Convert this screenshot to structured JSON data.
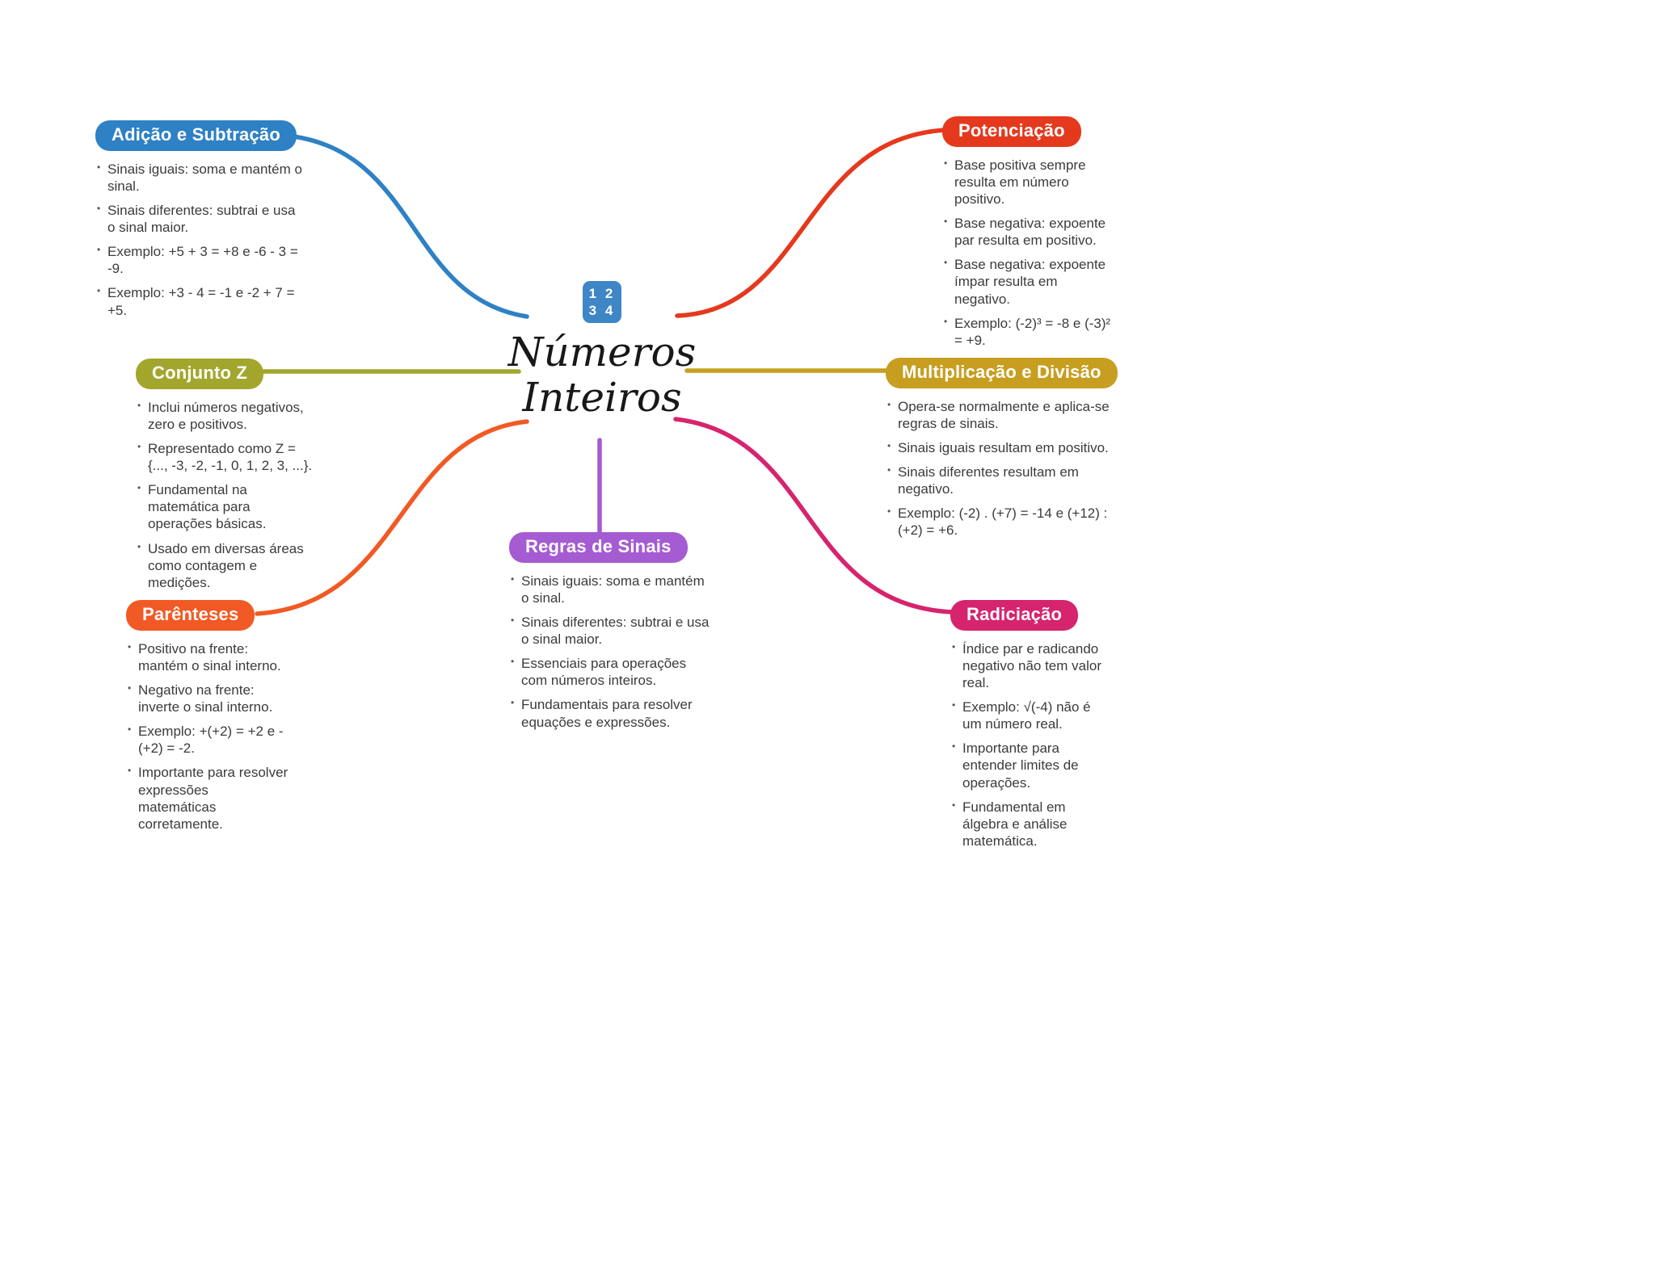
{
  "center": {
    "icon": {
      "row1": "1 2",
      "row2": "3 4"
    },
    "title_line1": "Números",
    "title_line2": "Inteiros"
  },
  "branches": {
    "adicao": {
      "label": "Adição e Subtração",
      "color": "#2e81c4",
      "items": [
        "Sinais iguais: soma e mantém o sinal.",
        "Sinais diferentes: subtrai e usa o sinal maior.",
        "Exemplo: +5 + 3 = +8 e -6 - 3 = -9.",
        "Exemplo: +3 - 4 = -1 e -2 + 7 = +5."
      ]
    },
    "potenciacao": {
      "label": "Potenciação",
      "color": "#e5391d",
      "items": [
        "Base positiva sempre resulta em número positivo.",
        "Base negativa: expoente par resulta em positivo.",
        "Base negativa: expoente ímpar resulta em negativo.",
        "Exemplo: (-2)³ = -8 e (-3)² = +9."
      ]
    },
    "conjunto": {
      "label": "Conjunto Z",
      "color": "#a3a62c",
      "items": [
        "Inclui números negativos, zero e positivos.",
        "Representado como Z = {..., -3, -2, -1, 0, 1, 2, 3, ...}.",
        "Fundamental na matemática para operações básicas.",
        "Usado em diversas áreas como contagem e medições."
      ]
    },
    "multiplicacao": {
      "label": "Multiplicação e Divisão",
      "color": "#c79e20",
      "items": [
        "Opera-se normalmente e aplica-se regras de sinais.",
        "Sinais iguais resultam em positivo.",
        "Sinais diferentes resultam em negativo.",
        "Exemplo: (-2) . (+7) = -14 e (+12) : (+2) = +6."
      ]
    },
    "parenteses": {
      "label": "Parênteses",
      "color": "#f15a24",
      "items": [
        "Positivo na frente: mantém o sinal interno.",
        "Negativo na frente: inverte o sinal interno.",
        "Exemplo: +(+2) = +2 e -(+2) = -2.",
        "Importante para resolver expressões matemáticas corretamente."
      ]
    },
    "radiciacao": {
      "label": "Radiciação",
      "color": "#d6246e",
      "items": [
        "Índice par e radicando negativo não tem valor real.",
        "Exemplo: √(-4) não é um número real.",
        "Importante para entender limites de operações.",
        "Fundamental em álgebra e análise matemática."
      ]
    },
    "regras": {
      "label": "Regras de Sinais",
      "color": "#a55bd2",
      "items": [
        "Sinais iguais: soma e mantém o sinal.",
        "Sinais diferentes: subtrai e usa o sinal maior.",
        "Essenciais para operações com números inteiros.",
        "Fundamentais para resolver equações e expressões."
      ]
    }
  }
}
